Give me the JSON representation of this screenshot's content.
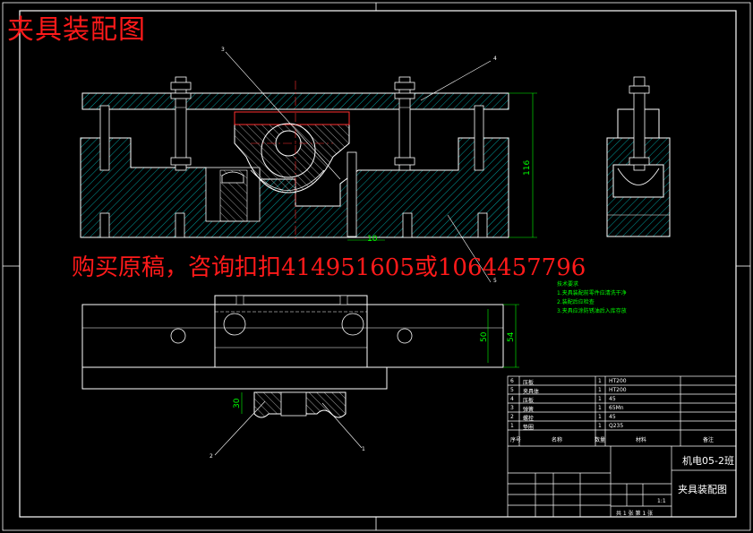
{
  "watermark_title": "夹具装配图",
  "watermark_ad": "购买原稿，咨询扣扣414951605或1064457796",
  "dimensions": {
    "height_dim": "116",
    "width_dim": "10",
    "plan_dim_1": "50",
    "plan_dim_2": "54",
    "detail_dim": "30"
  },
  "balloons": [
    "3",
    "4",
    "5",
    "1",
    "2"
  ],
  "tech_notes": [
    "技术要求",
    "1.夹具装配前零件应清洗干净",
    "2.装配后应检查",
    "3.夹具应涂防锈油后入库存放"
  ],
  "title_block": {
    "rows": [
      {
        "no": "6",
        "name": "压板",
        "qty": "1",
        "material": "HT200",
        "note": ""
      },
      {
        "no": "5",
        "name": "夹具体",
        "qty": "1",
        "material": "HT200",
        "note": ""
      },
      {
        "no": "4",
        "name": "压板",
        "qty": "1",
        "material": "45",
        "note": ""
      },
      {
        "no": "3",
        "name": "弹簧",
        "qty": "1",
        "material": "65Mn",
        "note": ""
      },
      {
        "no": "2",
        "name": "螺栓",
        "qty": "1",
        "material": "45",
        "note": ""
      },
      {
        "no": "1",
        "name": "垫圈",
        "qty": "1",
        "material": "Q235",
        "note": ""
      }
    ],
    "header": {
      "no": "序号",
      "name": "名称",
      "qty": "数量",
      "material": "材料",
      "note": "备注"
    },
    "class_name": "机电05-2班",
    "drawing_title": "夹具装配图",
    "sheet": "共 1 张  第 1 张",
    "scale": "1:1"
  }
}
